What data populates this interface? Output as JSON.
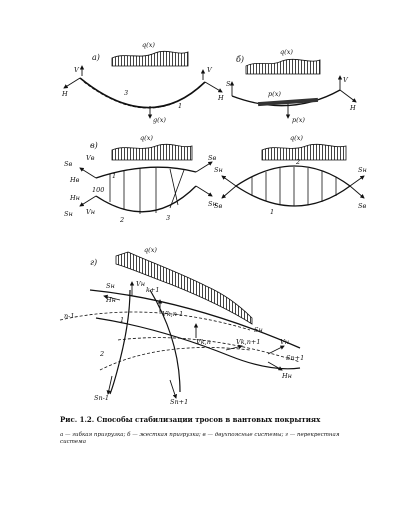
{
  "caption": {
    "title": "Рис. 1.2. Способы стабилизации тросов в вантовых покрытиях",
    "legend": "а — гибкая пригрузка; б — жесткая пригрузка; в — двухпоясные системы; г — перекрестная система"
  },
  "panels": {
    "a": "а)",
    "b": "б)",
    "v": "в)",
    "v2": "",
    "g": "г)"
  },
  "labels": {
    "q": "q(x)",
    "g_x": "g(x)",
    "p_x": "p(x)",
    "p_x2": "p(x)",
    "h": "H",
    "v": "V",
    "s": "S",
    "sn": "Sн",
    "sv": "Sв",
    "hn": "Hн",
    "hv": "Hв",
    "vn": "Vн",
    "vv": "Vв",
    "one": "1",
    "two": "2",
    "three": "3",
    "n": "n",
    "k": "k",
    "k1": "k+1",
    "k_1": "k-1",
    "n_1": "n-1",
    "sn_plus": "Sn+1",
    "sn_minus": "Sn-1",
    "vk_n": "Vk,n",
    "vk_n1": "Vk,n-1",
    "vk_n_plus": "Vk,n+1",
    "hundred": "100"
  }
}
